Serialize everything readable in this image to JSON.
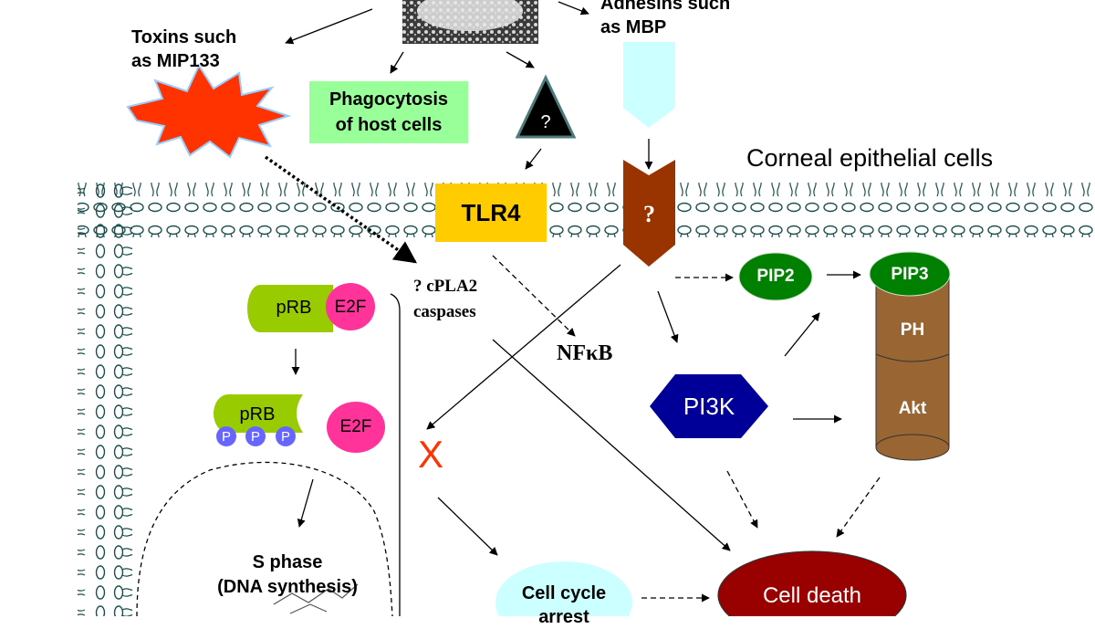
{
  "labels": {
    "adhesins": "Adhesins such\nas MBP",
    "toxins": "Toxins such\nas MIP133",
    "phagocytosis": "Phagocytosis\nof host cells",
    "unknown_triangle": "?",
    "corneal_cells": "Corneal epithelial cells",
    "tlr4": "TLR4",
    "unknown_receptor": "?",
    "cpla2": "? cPLA2\ncaspases",
    "nfkb": "NFκB",
    "pip2": "PIP2",
    "pip3": "PIP3",
    "ph": "PH",
    "akt": "Akt",
    "pi3k": "PI3K",
    "prb1": "pRB",
    "e2f1": "E2F",
    "prb2": "pRB",
    "p1": "P",
    "p2": "P",
    "p3": "P",
    "e2f2": "E2F",
    "block": "X",
    "s_phase": "S phase\n(DNA synthesis)",
    "cell_cycle_arrest": "Cell cycle\narrest",
    "cell_death": "Cell death"
  },
  "colors": {
    "phagocytosis_fill": "#99ff99",
    "tlr4_fill": "#ffcc00",
    "receptor_fill": "#993300",
    "adhesin_fill": "#ccffff",
    "toxin_fill": "#ff3300",
    "pip_fill": "#008000",
    "akt_fill": "#996633",
    "pi3k_fill": "#000099",
    "prb_fill": "#99cc00",
    "e2f_fill": "#ff3399",
    "phospho_fill": "#6666ff",
    "arrest_fill": "#ccffff",
    "death_fill": "#990000",
    "block_color": "#ff3300"
  }
}
